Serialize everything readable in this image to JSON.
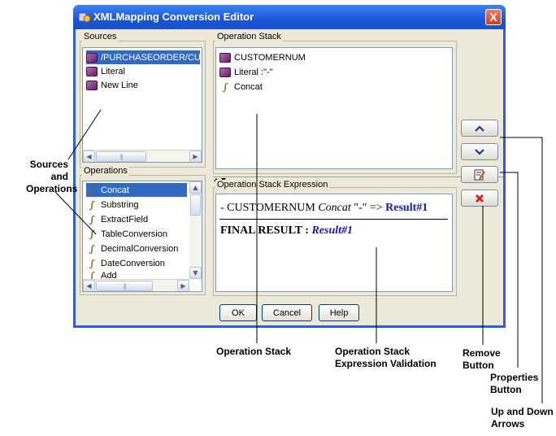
{
  "window": {
    "title": "XMLMapping Conversion Editor",
    "close_label": "X"
  },
  "sources": {
    "legend": "Sources",
    "items": [
      {
        "label": "/PURCHASEORDER/CUST",
        "icon": "book-icon",
        "selected": true
      },
      {
        "label": "Literal",
        "icon": "book-icon"
      },
      {
        "label": "New Line",
        "icon": "book-icon"
      }
    ],
    "thumb_glyph": "|||"
  },
  "operations": {
    "legend": "Operations",
    "items": [
      {
        "label": "Concat",
        "icon": "function-icon",
        "selected": true
      },
      {
        "label": "Substring",
        "icon": "function-icon"
      },
      {
        "label": "ExtractField",
        "icon": "function-icon"
      },
      {
        "label": "TableConversion",
        "icon": "function-icon"
      },
      {
        "label": "DecimalConversion",
        "icon": "function-icon"
      },
      {
        "label": "DateConversion",
        "icon": "function-icon"
      },
      {
        "label": "Add",
        "icon": "function-icon"
      }
    ],
    "thumb_glyph": "|||"
  },
  "operation_stack": {
    "legend": "Operation Stack",
    "items": [
      {
        "label": "CUSTOMERNUM",
        "icon": "book-icon"
      },
      {
        "label": "Literal :\"-\"",
        "icon": "book-icon"
      },
      {
        "label": "Concat",
        "icon": "function-icon"
      }
    ]
  },
  "expression": {
    "legend": "Operation Stack Expression",
    "line1_prefix": "- CUSTOMERNUM ",
    "line1_op": "Concat",
    "line1_mid": " \"-\" => ",
    "line1_result": "Result#1",
    "final_label": "FINAL RESULT : ",
    "final_result": "Result#1"
  },
  "buttons": {
    "ok": "OK",
    "cancel": "Cancel",
    "help": "Help"
  },
  "side_buttons": {
    "up": "up-arrow-icon",
    "down": "down-arrow-icon",
    "properties": "properties-icon",
    "remove": "remove-icon"
  },
  "callouts": {
    "sources_ops": [
      "Sources",
      "and",
      "Operations"
    ],
    "op_stack": "Operation Stack",
    "expr_validation": [
      "Operation Stack",
      "Expression Validation"
    ],
    "remove": [
      "Remove",
      "Button"
    ],
    "properties": [
      "Properties",
      "Button"
    ],
    "updown": [
      "Up and Down",
      "Arrows"
    ]
  },
  "colors": {
    "titlebar": "#1b56d6",
    "selection": "#316ac5",
    "dialog_bg": "#ece9d8",
    "result_blue": "#1515b8",
    "remove_red": "#e02020"
  }
}
